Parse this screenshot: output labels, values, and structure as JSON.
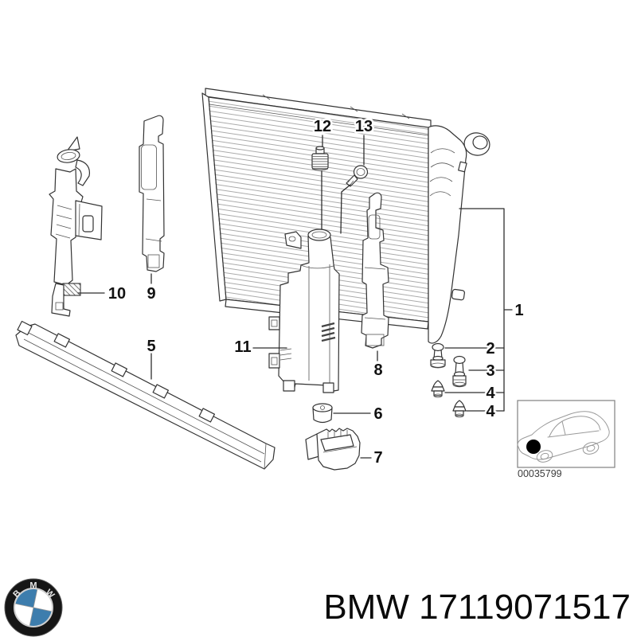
{
  "diagram": {
    "labels": {
      "l1": "1",
      "l2": "2",
      "l3": "3",
      "l4a": "4",
      "l4b": "4",
      "l5": "5",
      "l6": "6",
      "l7": "7",
      "l8": "8",
      "l9": "9",
      "l10": "10",
      "l11": "11",
      "l12": "12",
      "l13": "13"
    },
    "thumbnail": {
      "code": "00035799"
    }
  },
  "footer": {
    "part_text": "BMW 17119071517",
    "logo": {
      "b": "B",
      "m": "M",
      "w": "W",
      "blue": "#3d7dad",
      "ring": "#161616"
    }
  },
  "colors": {
    "line": "#333333",
    "hatch": "#ababab",
    "background": "#ffffff"
  }
}
